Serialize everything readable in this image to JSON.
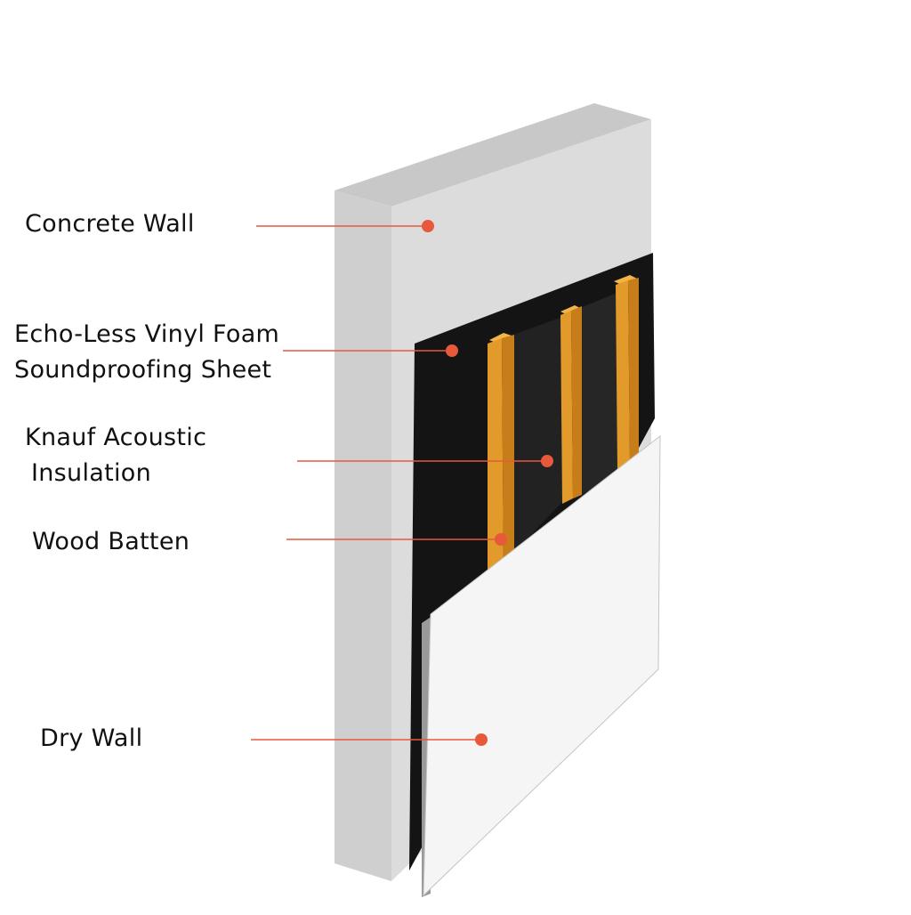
{
  "accent_color": "#e8583a",
  "labels": {
    "concrete_wall": "Concrete Wall",
    "vinyl_foam_line1": "Echo-Less Vinyl Foam",
    "vinyl_foam_line2": "Soundproofing Sheet",
    "insulation_line1": "Knauf Acoustic",
    "insulation_line2": "Insulation",
    "wood_batten": "Wood Batten",
    "dry_wall": "Dry Wall"
  }
}
